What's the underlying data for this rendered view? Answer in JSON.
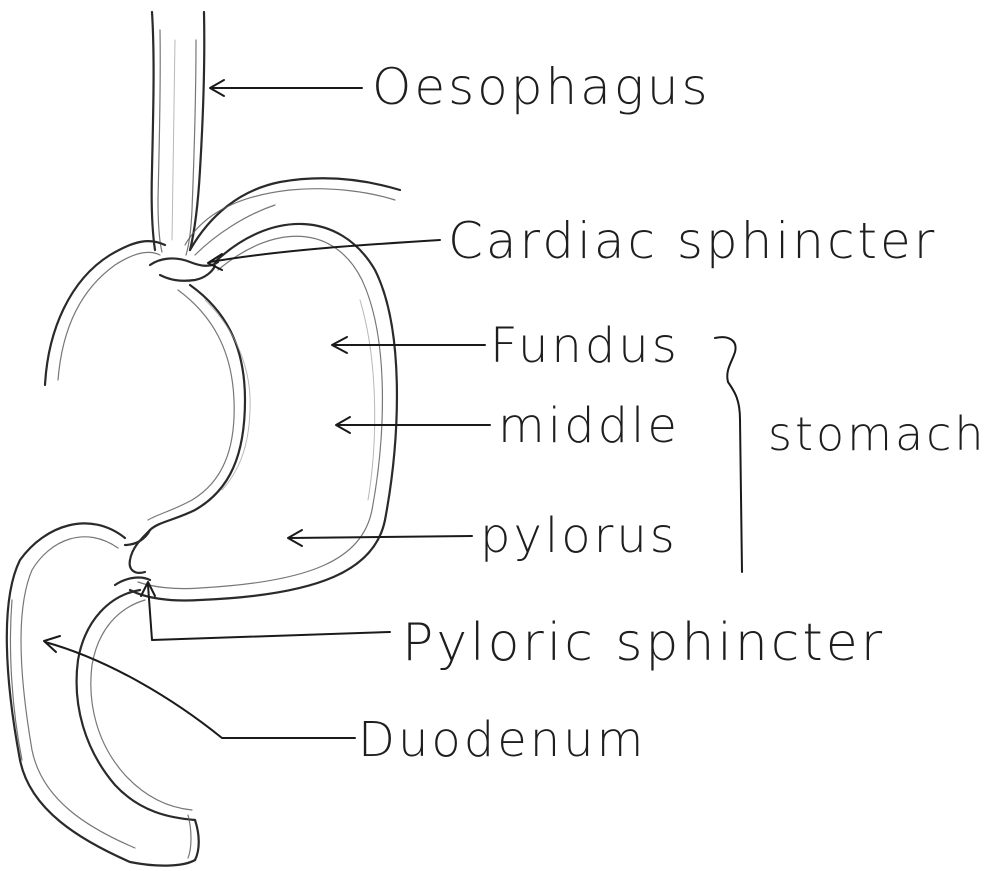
{
  "labels": {
    "oesophagus": "Oesophagus",
    "cardiac_sphincter": "Cardiac sphincter",
    "fundus": "Fundus",
    "middle": "middle",
    "pylorus": "pylorus",
    "stomach": "stomach",
    "pyloric_sphincter": "Pyloric sphincter",
    "duodenum": "Duodenum"
  }
}
